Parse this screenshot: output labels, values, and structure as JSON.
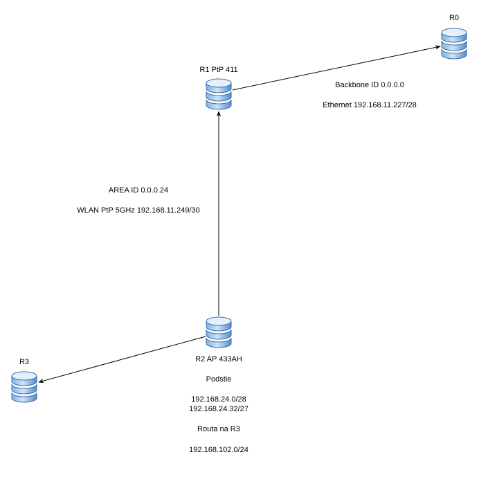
{
  "nodes": {
    "r0": {
      "label": "R0",
      "icon": "router-database-icon"
    },
    "r1": {
      "label": "R1 PtP  411",
      "icon": "router-database-icon"
    },
    "r2": {
      "label": "R2 AP 433AH",
      "icon": "router-database-icon"
    },
    "r3": {
      "label": "R3",
      "icon": "router-database-icon"
    }
  },
  "links": {
    "r1_r0": {
      "line1": "Backbone ID 0.0.0.0",
      "line2": "Ethernet 192.168.11.227/28"
    },
    "r2_r1": {
      "line1": "AREA ID 0.0.0.24",
      "line2": "WLAN PtP 5GHz 192.168.11.249/30"
    }
  },
  "r2_notes": {
    "subnets_title": "Podstie",
    "subnet_1": "192.168.24.0/28",
    "subnet_2": "192.168.24.32/27",
    "route_title": "Routa na R3",
    "route_1": "192.168.102.0/24"
  },
  "colors": {
    "node_fill_light": "#dae8fc",
    "node_fill_dark": "#6fa8dc",
    "node_stroke": "#3a6ea5",
    "edge": "#000000"
  }
}
